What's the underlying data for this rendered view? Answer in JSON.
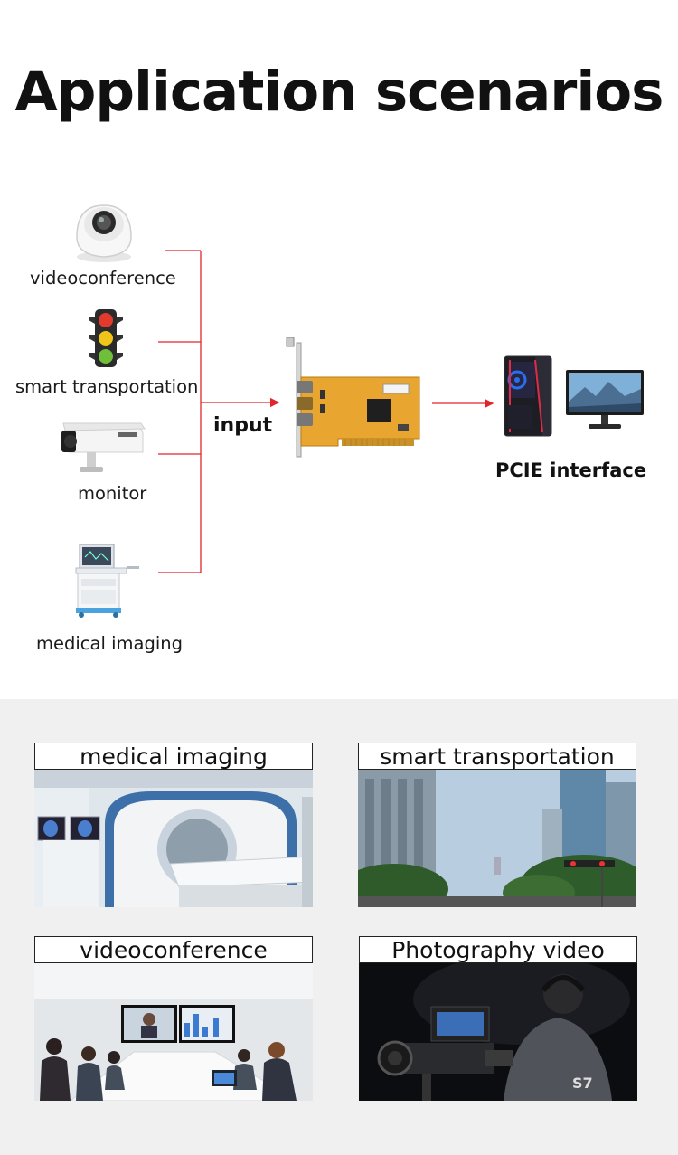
{
  "title": "Application scenarios",
  "diagram": {
    "sources": [
      {
        "id": "dome-camera",
        "label": "videoconference"
      },
      {
        "id": "traffic-light",
        "label": "smart transportation"
      },
      {
        "id": "bullet-camera",
        "label": "monitor"
      },
      {
        "id": "medical-device",
        "label": "medical imaging"
      }
    ],
    "input_label": "input",
    "output_label": "PCIE interface",
    "arrow_color": "#e0252b",
    "card_color": "#e8a530"
  },
  "scenarios": [
    {
      "label": "medical imaging",
      "scene": "ct-scanner"
    },
    {
      "label": "smart transportation",
      "scene": "city-street"
    },
    {
      "label": "videoconference",
      "scene": "meeting-room"
    },
    {
      "label": "Photography video",
      "scene": "camera-operator"
    }
  ]
}
